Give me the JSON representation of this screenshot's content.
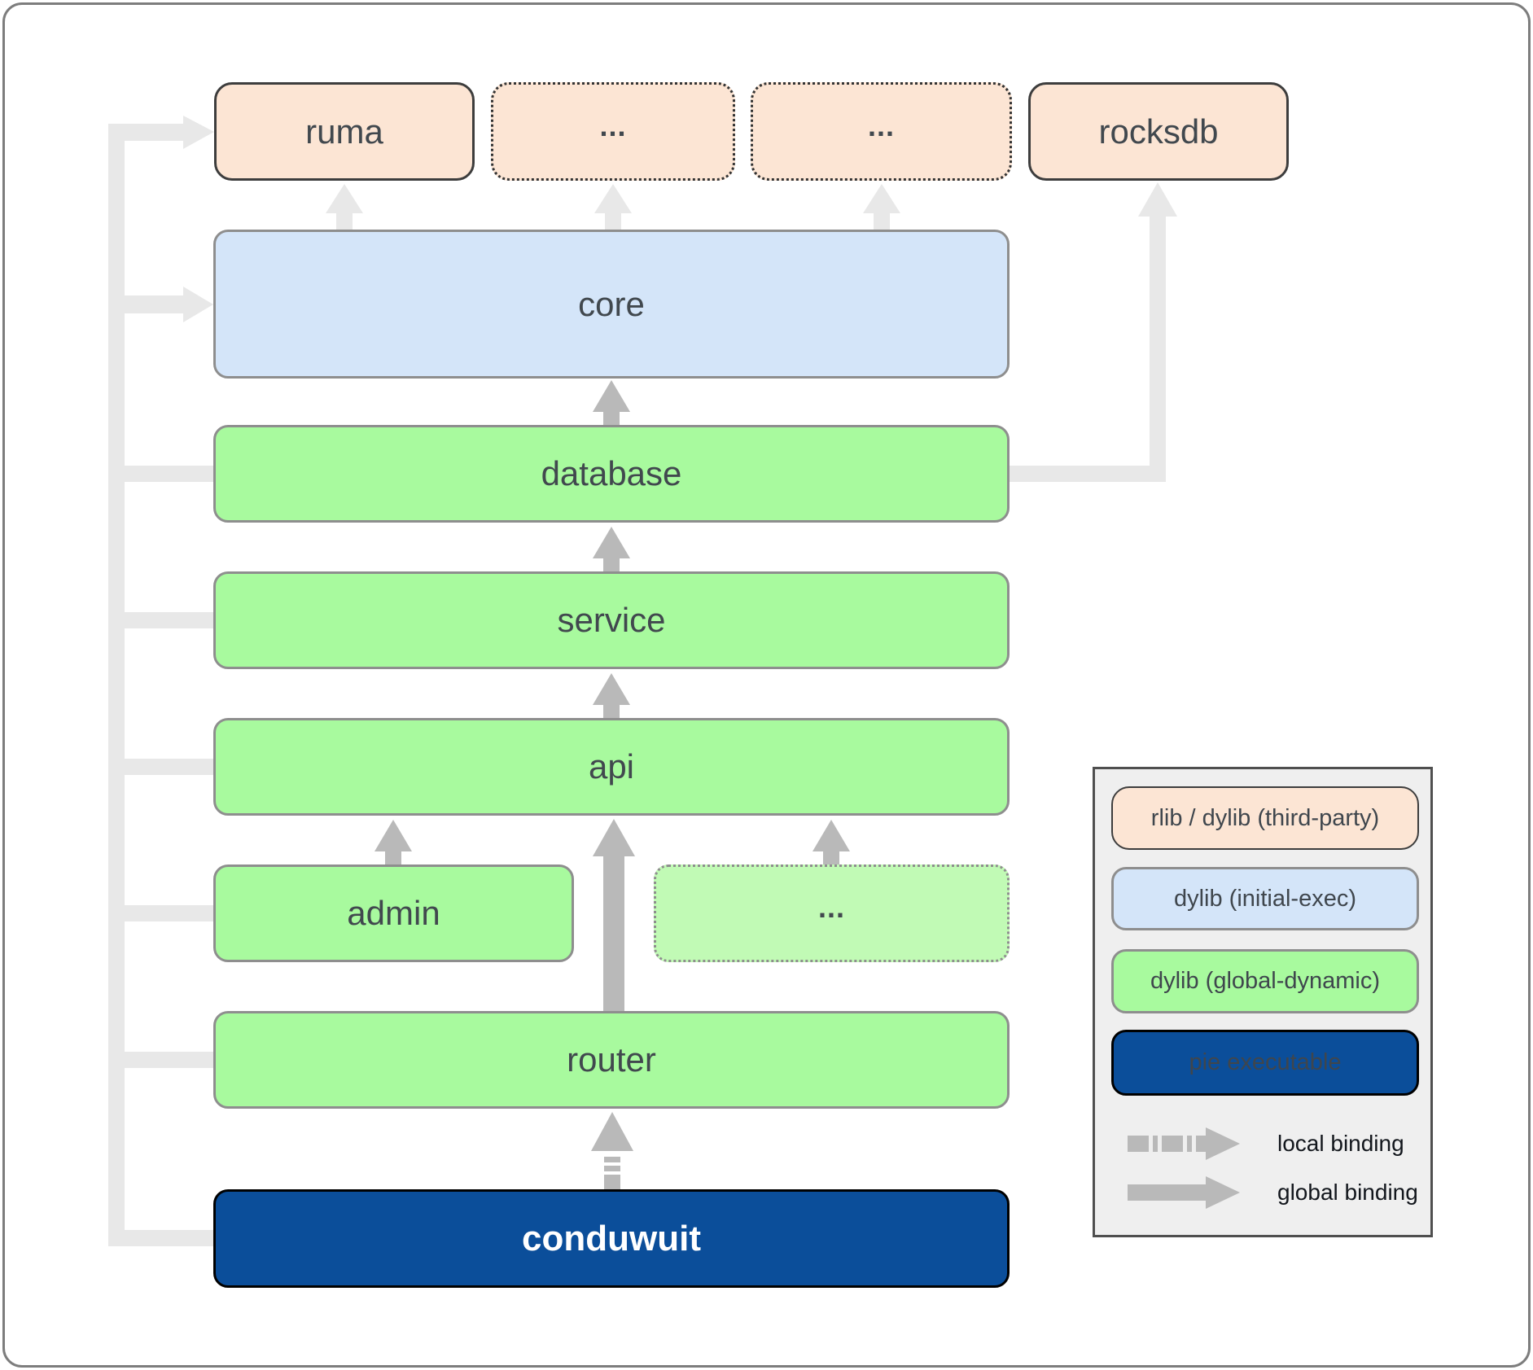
{
  "nodes": {
    "ruma": "ruma",
    "third_party_more_a": "...",
    "third_party_more_b": "...",
    "rocksdb": "rocksdb",
    "core": "core",
    "database": "database",
    "service": "service",
    "api": "api",
    "admin": "admin",
    "workspace_more": "...",
    "router": "router",
    "conduwuit": "conduwuit"
  },
  "legend": {
    "items": [
      {
        "id": "rlib-dylib-third-party",
        "label": "rlib / dylib (third-party)"
      },
      {
        "id": "dylib-initial-exec",
        "label": "dylib (initial-exec)"
      },
      {
        "id": "dylib-global-dynamic",
        "label": "dylib (global-dynamic)"
      },
      {
        "id": "pie-executable",
        "label": "pie executable"
      }
    ],
    "local_binding_label": "local binding",
    "global_binding_label": "global binding"
  },
  "colors": {
    "third_party_fill": "#fce5d4",
    "initial_exec_fill": "#d4e5f9",
    "global_dynamic_fill": "#a8fa9e",
    "global_dynamic_light_fill": "#c1fab5",
    "pie_executable_fill": "#0b4e9a",
    "dark_box_border": "#3d3d3d",
    "gray_box_border": "#8e8e8e",
    "label_text": "#41484e",
    "light_connector": "#e8e8e8",
    "arrow_gray": "#b9b9b9",
    "legend_background": "#efefef",
    "legend_border": "#4f4f4f",
    "frame_border": "#7d7d7d"
  }
}
